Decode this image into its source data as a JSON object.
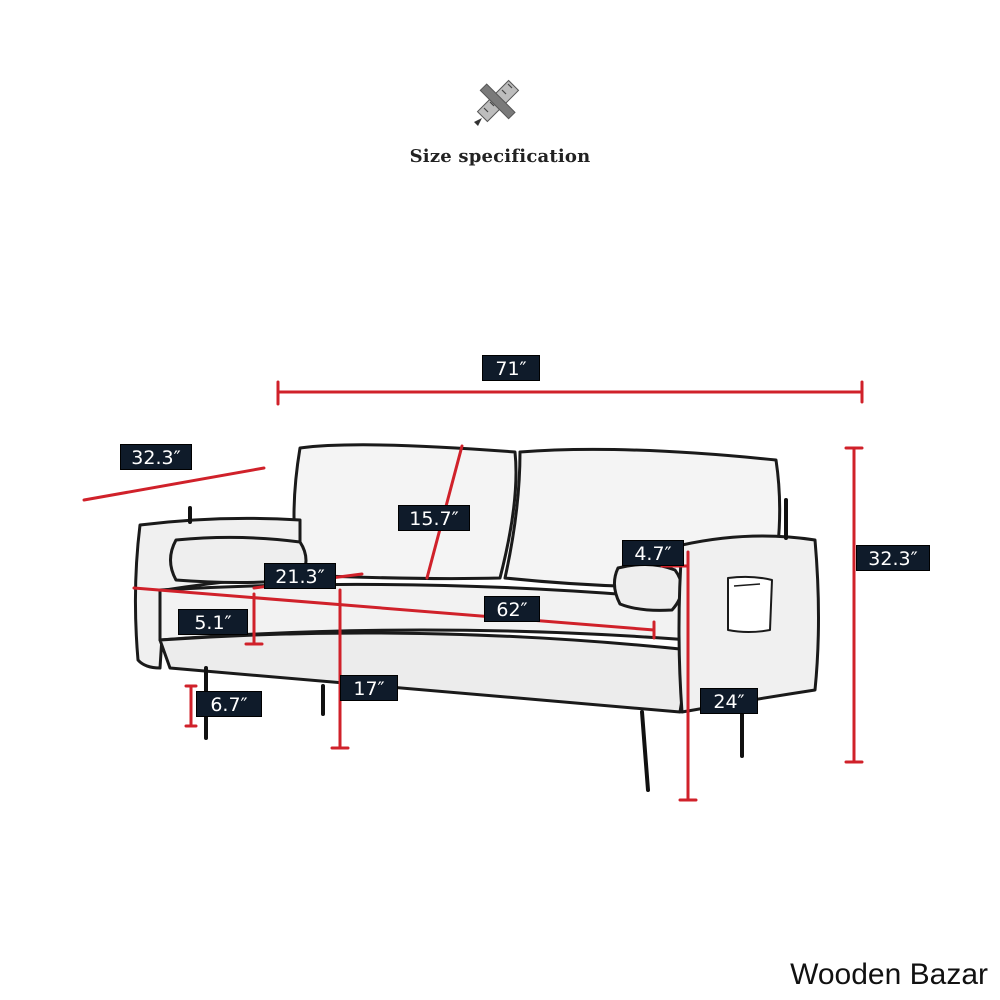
{
  "header": {
    "icon": "ruler-pencil-icon",
    "title": "Size specification"
  },
  "dimensions": {
    "overall_width": "71″",
    "depth": "32.3″",
    "height": "32.3″",
    "backrest_height": "15.7″",
    "seat_depth": "21.3″",
    "seat_width": "62″",
    "armrest_width": "4.7″",
    "seat_cushion_thickness": "5.1″",
    "leg_height": "6.7″",
    "seat_height": "17″",
    "arm_height": "24″"
  },
  "colors": {
    "dimension_line": "#d0212a",
    "label_background": "#0f1b2a",
    "label_text": "#ffffff"
  },
  "watermark": "Wooden Bazar"
}
